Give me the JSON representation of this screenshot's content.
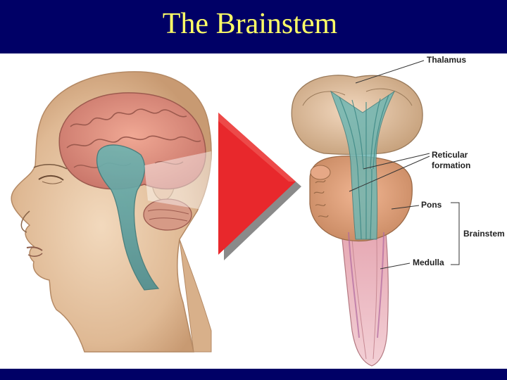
{
  "title": "The Brainstem",
  "labels": {
    "thalamus": "Thalamus",
    "reticular_line1": "Reticular",
    "reticular_line2": "formation",
    "pons": "Pons",
    "brainstem": "Brainstem",
    "medulla": "Medulla"
  },
  "colors": {
    "title_bar": "#000066",
    "title_text": "#ffff66",
    "arrow": "#e8282c",
    "brain": "#d98a7a",
    "brainstem_teal": "#5aa3a0",
    "skin": "#e8c9a8"
  }
}
